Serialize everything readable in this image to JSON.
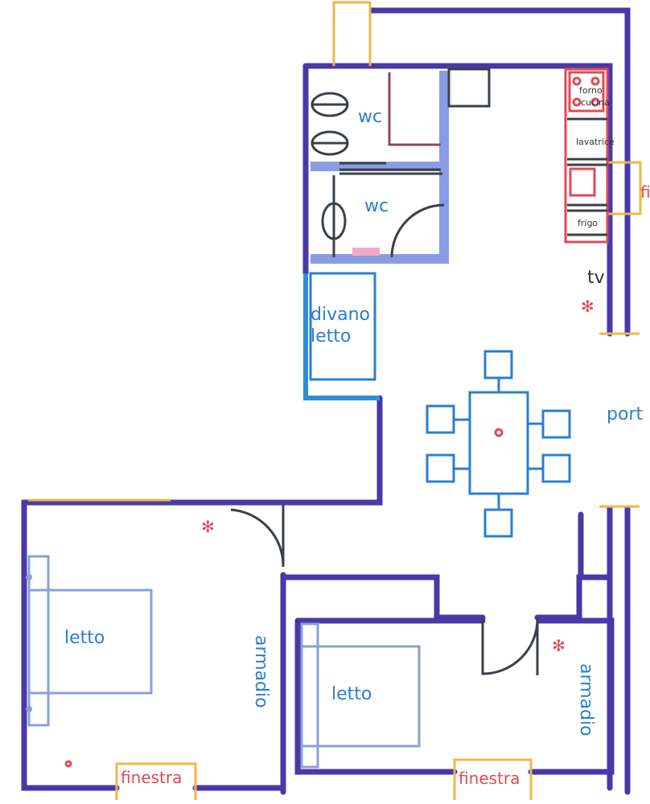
{
  "labels": {
    "wc_top": "wc",
    "wc_bottom": "wc",
    "forno": "forno",
    "cucina": "cucina",
    "lavatrice": "lavatrice",
    "frigo": "frigo",
    "tv": "tv",
    "divano_letto_1": "divano",
    "divano_letto_2": "letto",
    "porta": "port",
    "finestra_right": "fi",
    "letto_left": "letto",
    "letto_right": "letto",
    "armadio_left": "armadio",
    "armadio_right": "armadio",
    "finestra_left": "finestra",
    "finestra_bottom_right": "finestra"
  },
  "colors": {
    "wall": "#4a38a8",
    "inner_wall": "#8a9be6",
    "window": "#f0b64a",
    "furniture": "#2b7fd0",
    "appliance": "#e04a55"
  }
}
